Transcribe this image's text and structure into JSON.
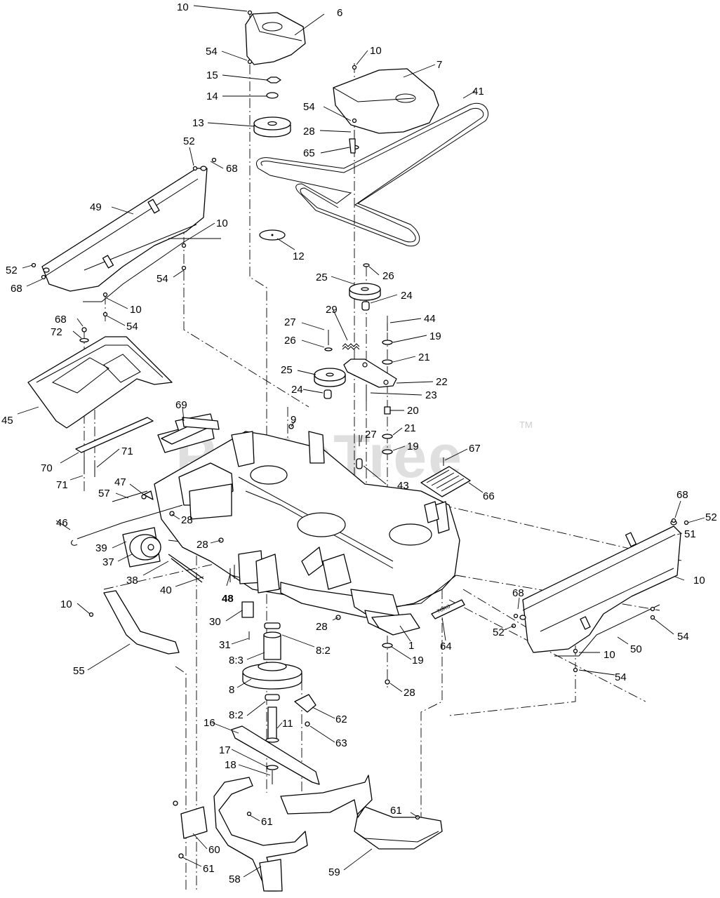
{
  "watermark": {
    "text": "PartsTree",
    "trademark": "TM"
  },
  "callouts": [
    {
      "id": "c10a",
      "label": "10"
    },
    {
      "id": "c6",
      "label": "6"
    },
    {
      "id": "c54a",
      "label": "54"
    },
    {
      "id": "c15",
      "label": "15"
    },
    {
      "id": "c14",
      "label": "14"
    },
    {
      "id": "c13",
      "label": "13"
    },
    {
      "id": "c10b",
      "label": "10"
    },
    {
      "id": "c7",
      "label": "7"
    },
    {
      "id": "c41",
      "label": "41"
    },
    {
      "id": "c54b",
      "label": "54"
    },
    {
      "id": "c28a",
      "label": "28"
    },
    {
      "id": "c65",
      "label": "65"
    },
    {
      "id": "c52a",
      "label": "52"
    },
    {
      "id": "c68a",
      "label": "68"
    },
    {
      "id": "c49",
      "label": "49"
    },
    {
      "id": "c10c",
      "label": "10"
    },
    {
      "id": "c12",
      "label": "12"
    },
    {
      "id": "c52b",
      "label": "52"
    },
    {
      "id": "c68b",
      "label": "68"
    },
    {
      "id": "c54c",
      "label": "54"
    },
    {
      "id": "c10d",
      "label": "10"
    },
    {
      "id": "c54d",
      "label": "54"
    },
    {
      "id": "c26a",
      "label": "26"
    },
    {
      "id": "c25a",
      "label": "25"
    },
    {
      "id": "c24a",
      "label": "24"
    },
    {
      "id": "c29",
      "label": "29"
    },
    {
      "id": "c27a",
      "label": "27"
    },
    {
      "id": "c44",
      "label": "44"
    },
    {
      "id": "c68c",
      "label": "68"
    },
    {
      "id": "c72",
      "label": "72"
    },
    {
      "id": "c26b",
      "label": "26"
    },
    {
      "id": "c19a",
      "label": "19"
    },
    {
      "id": "c21a",
      "label": "21"
    },
    {
      "id": "c25b",
      "label": "25"
    },
    {
      "id": "c22",
      "label": "22"
    },
    {
      "id": "c24b",
      "label": "24"
    },
    {
      "id": "c23",
      "label": "23"
    },
    {
      "id": "c20",
      "label": "20"
    },
    {
      "id": "c45",
      "label": "45"
    },
    {
      "id": "c69",
      "label": "69"
    },
    {
      "id": "c9",
      "label": "9"
    },
    {
      "id": "c27b",
      "label": "27"
    },
    {
      "id": "c21b",
      "label": "21"
    },
    {
      "id": "c19b",
      "label": "19"
    },
    {
      "id": "c67",
      "label": "67"
    },
    {
      "id": "c70",
      "label": "70"
    },
    {
      "id": "c71a",
      "label": "71"
    },
    {
      "id": "c71b",
      "label": "71"
    },
    {
      "id": "c47",
      "label": "47"
    },
    {
      "id": "c57",
      "label": "57"
    },
    {
      "id": "c43",
      "label": "43"
    },
    {
      "id": "c66",
      "label": "66"
    },
    {
      "id": "c68d",
      "label": "68"
    },
    {
      "id": "c52c",
      "label": "52"
    },
    {
      "id": "c46",
      "label": "46"
    },
    {
      "id": "c28b",
      "label": "28"
    },
    {
      "id": "c39",
      "label": "39"
    },
    {
      "id": "c51",
      "label": "51"
    },
    {
      "id": "c37",
      "label": "37"
    },
    {
      "id": "c28c",
      "label": "28"
    },
    {
      "id": "c38",
      "label": "38"
    },
    {
      "id": "c40",
      "label": "40"
    },
    {
      "id": "c10e",
      "label": "10"
    },
    {
      "id": "c48",
      "label": "48"
    },
    {
      "id": "c68e",
      "label": "68"
    },
    {
      "id": "c10f",
      "label": "10"
    },
    {
      "id": "c30",
      "label": "30"
    },
    {
      "id": "c28d",
      "label": "28"
    },
    {
      "id": "c52d",
      "label": "52"
    },
    {
      "id": "c54e",
      "label": "54"
    },
    {
      "id": "c1",
      "label": "1"
    },
    {
      "id": "c64",
      "label": "64"
    },
    {
      "id": "c31",
      "label": "31"
    },
    {
      "id": "c8_2a",
      "label": "8:2"
    },
    {
      "id": "c10g",
      "label": "10"
    },
    {
      "id": "c50",
      "label": "50"
    },
    {
      "id": "c55",
      "label": "55"
    },
    {
      "id": "c8_3",
      "label": "8:3"
    },
    {
      "id": "c19c",
      "label": "19"
    },
    {
      "id": "c54f",
      "label": "54"
    },
    {
      "id": "c8",
      "label": "8"
    },
    {
      "id": "c28e",
      "label": "28"
    },
    {
      "id": "c8_2b",
      "label": "8:2"
    },
    {
      "id": "c62",
      "label": "62"
    },
    {
      "id": "c11",
      "label": "11"
    },
    {
      "id": "c16",
      "label": "16"
    },
    {
      "id": "c63",
      "label": "63"
    },
    {
      "id": "c17",
      "label": "17"
    },
    {
      "id": "c18",
      "label": "18"
    },
    {
      "id": "c61a",
      "label": "61"
    },
    {
      "id": "c61b",
      "label": "61"
    },
    {
      "id": "c60",
      "label": "60"
    },
    {
      "id": "c61c",
      "label": "61"
    },
    {
      "id": "c58",
      "label": "58"
    },
    {
      "id": "c59",
      "label": "59"
    }
  ]
}
